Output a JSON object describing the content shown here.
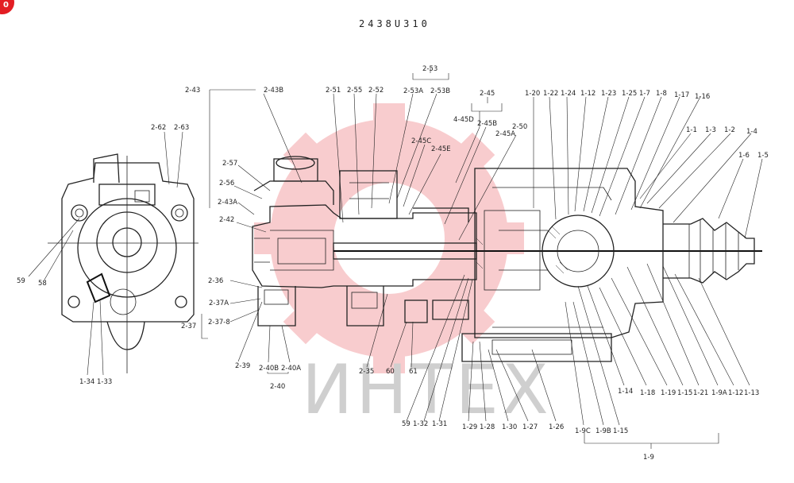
{
  "header": {
    "badge": "0",
    "title": "2438U310"
  },
  "watermark": {
    "text": "ИНТЕХ",
    "gear_color": "#e31e24"
  },
  "labels": {
    "l_2_53": "2-53",
    "l_2_53A": "2-53A",
    "l_2_53B": "2-53B",
    "l_2_43": "2-43",
    "l_2_43B": "2-43B",
    "l_2_51": "2-51",
    "l_2_55": "2-55",
    "l_2_52": "2-52",
    "l_2_45": "2-45",
    "l_4_45D": "4-45D",
    "l_2_45B": "2-45B",
    "l_2_45C": "2-45C",
    "l_2_45E": "2-45E",
    "l_2_45A": "2-45A",
    "l_2_50": "2-50",
    "l_2_62": "2-62",
    "l_2_63": "2-63",
    "l_2_57": "2-57",
    "l_2_56": "2-56",
    "l_2_43A": "2-43A",
    "l_2_42": "2-42",
    "l_2_36": "2-36",
    "l_2_37A": "2-37A",
    "l_2_37": "2-37",
    "l_2_37_8": "2-37-8",
    "l_2_39": "2-39",
    "l_2_40B": "2-40B",
    "l_2_40A": "2-40A",
    "l_2_40": "2-40",
    "l_2_35": "2-35",
    "l_60": "60",
    "l_61": "61",
    "l_59a": "59",
    "l_58": "58",
    "l_1_34": "1-34",
    "l_1_33": "1-33",
    "l_1_20": "1-20",
    "l_1_22": "1-22",
    "l_1_24": "1-24",
    "l_1_12a": "1-12",
    "l_1_23": "1-23",
    "l_1_25": "1-25",
    "l_1_7": "1-7",
    "l_1_8": "1-8",
    "l_1_17": "1-17",
    "l_1_16": "1-16",
    "l_1_1": "1-1",
    "l_1_3": "1-3",
    "l_1_2": "1-2",
    "l_1_4": "1-4",
    "l_1_6": "1-6",
    "l_1_5": "1-5",
    "l_59b": "59",
    "l_1_32": "1-32",
    "l_1_31": "1-31",
    "l_1_29": "1-29",
    "l_1_28": "1-28",
    "l_1_30": "1-30",
    "l_1_27": "1-27",
    "l_1_26": "1-26",
    "l_1_9C": "1-9C",
    "l_1_9B": "1-9B",
    "l_1_15a": "1-15",
    "l_1_14": "1-14",
    "l_1_18": "1-18",
    "l_1_19": "1-19",
    "l_1_15b": "1-15",
    "l_1_21": "1-21",
    "l_1_9A": "1-9A",
    "l_1_12b": "1-12",
    "l_1_13": "1-13",
    "l_1_9": "1-9"
  }
}
